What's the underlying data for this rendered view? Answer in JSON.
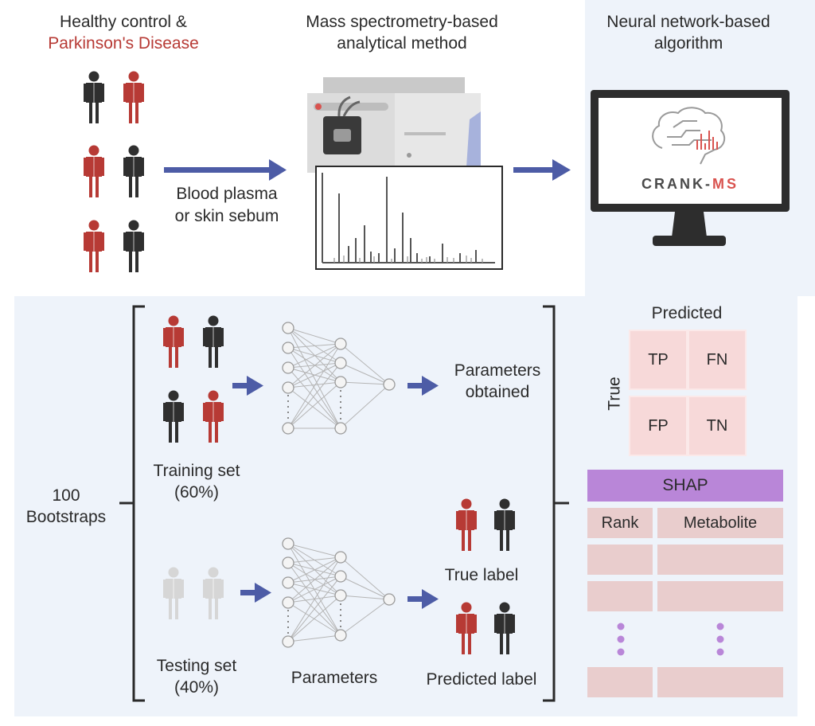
{
  "colors": {
    "pd_red": "#b73a35",
    "healthy_dark": "#2f2f2f",
    "arrow_blue": "#4d5ca6",
    "panel_bg": "#eef3fa",
    "cell_pink": "#f7d9d9",
    "shap_purple": "#b986d8"
  },
  "top": {
    "col1_title_line1": "Healthy control &",
    "col1_title_line2": "Parkinson's Disease",
    "col2_title_line1": "Mass spectrometry-based",
    "col2_title_line2": "analytical method",
    "col3_title_line1": "Neural network-based",
    "col3_title_line2": "algorithm",
    "sample_label_line1": "Blood plasma",
    "sample_label_line2": "or skin sebum",
    "software_name": "CRANK-",
    "software_suffix": "MS"
  },
  "bottom": {
    "bootstraps_line1": "100",
    "bootstraps_line2": "Bootstraps",
    "training_line1": "Training set",
    "training_line2": "(60%)",
    "testing_line1": "Testing set",
    "testing_line2": "(40%)",
    "params_obtained_line1": "Parameters",
    "params_obtained_line2": "obtained",
    "parameters": "Parameters",
    "true_label": "True label",
    "predicted_label": "Predicted label"
  },
  "confusion_matrix": {
    "x_title": "Predicted",
    "y_title": "True",
    "cells": [
      "TP",
      "FN",
      "FP",
      "TN"
    ]
  },
  "shap_table": {
    "title": "SHAP",
    "col1": "Rank",
    "col2": "Metabolite"
  }
}
